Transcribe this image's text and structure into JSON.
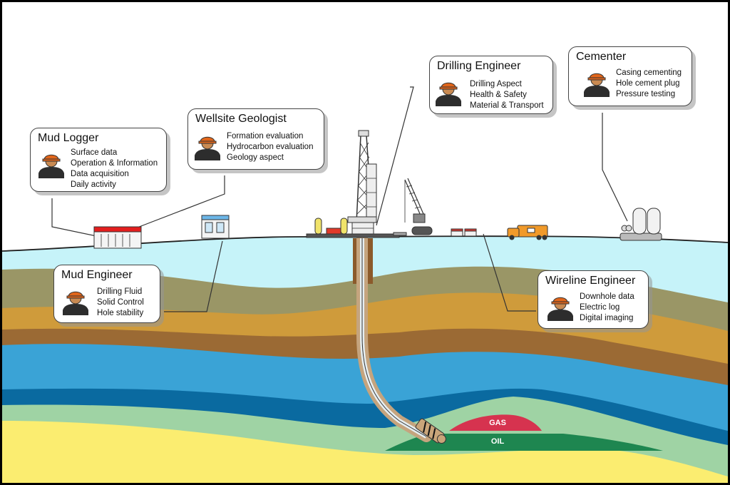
{
  "roles": [
    {
      "id": "mud-logger",
      "title": "Mud Logger",
      "items": [
        "Surface data",
        "Operation & Information",
        "Data acquisition",
        "Daily activity"
      ]
    },
    {
      "id": "wellsite-geologist",
      "title": "Wellsite Geologist",
      "items": [
        "Formation evaluation",
        "Hydrocarbon evaluation",
        "Geology aspect"
      ]
    },
    {
      "id": "drilling-engineer",
      "title": "Drilling Engineer",
      "items": [
        "Drilling Aspect",
        "Health & Safety",
        "Material & Transport"
      ]
    },
    {
      "id": "cementer",
      "title": "Cementer",
      "items": [
        "Casing cementing",
        "Hole cement plug",
        "Pressure testing"
      ]
    },
    {
      "id": "mud-engineer",
      "title": "Mud Engineer",
      "items": [
        "Drilling Fluid",
        "Solid Control",
        "Hole stability"
      ]
    },
    {
      "id": "wireline-engineer",
      "title": "Wireline Engineer",
      "items": [
        "Downhole data",
        "Electric log",
        "Digital imaging"
      ]
    }
  ],
  "reservoir": {
    "gas_label": "GAS",
    "oil_label": "OIL"
  },
  "colors": {
    "sky": "#ffffff",
    "water": "#c6f3f9",
    "stratum_1": "#9a9666",
    "stratum_2": "#cf9b3b",
    "stratum_3": "#9b6a34",
    "stratum_4": "#3aa3d6",
    "stratum_5": "#0a6aa0",
    "stratum_6": "#9fd3a4",
    "sand": "#fbed70",
    "gas": "#d6334f",
    "oil": "#1e8650",
    "helmet": "#e1661b"
  }
}
